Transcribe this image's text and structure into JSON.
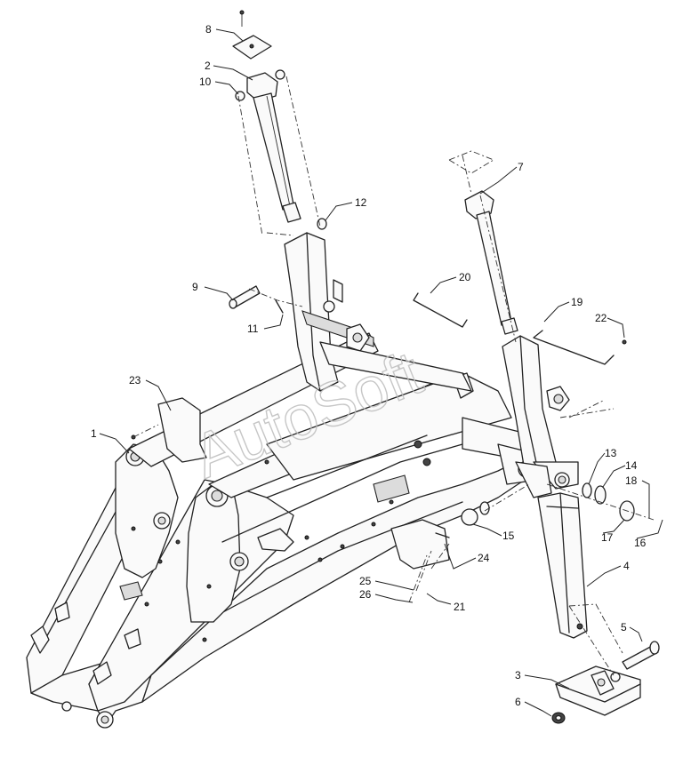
{
  "watermark": "AutoSoft",
  "callouts": [
    {
      "id": "c1",
      "text": "1"
    },
    {
      "id": "c2",
      "text": "2"
    },
    {
      "id": "c3",
      "text": "3"
    },
    {
      "id": "c4",
      "text": "4"
    },
    {
      "id": "c5",
      "text": "5"
    },
    {
      "id": "c6",
      "text": "6"
    },
    {
      "id": "c7",
      "text": "7"
    },
    {
      "id": "c8",
      "text": "8"
    },
    {
      "id": "c9",
      "text": "9"
    },
    {
      "id": "c10",
      "text": "10"
    },
    {
      "id": "c11",
      "text": "11"
    },
    {
      "id": "c12",
      "text": "12"
    },
    {
      "id": "c13",
      "text": "13"
    },
    {
      "id": "c14",
      "text": "14"
    },
    {
      "id": "c15",
      "text": "15"
    },
    {
      "id": "c16",
      "text": "16"
    },
    {
      "id": "c17",
      "text": "17"
    },
    {
      "id": "c18",
      "text": "18"
    },
    {
      "id": "c19",
      "text": "19"
    },
    {
      "id": "c20",
      "text": "20"
    },
    {
      "id": "c21",
      "text": "21"
    },
    {
      "id": "c22",
      "text": "22"
    },
    {
      "id": "c23",
      "text": "23"
    },
    {
      "id": "c24",
      "text": "24"
    },
    {
      "id": "c25",
      "text": "25"
    },
    {
      "id": "c26",
      "text": "26"
    }
  ]
}
